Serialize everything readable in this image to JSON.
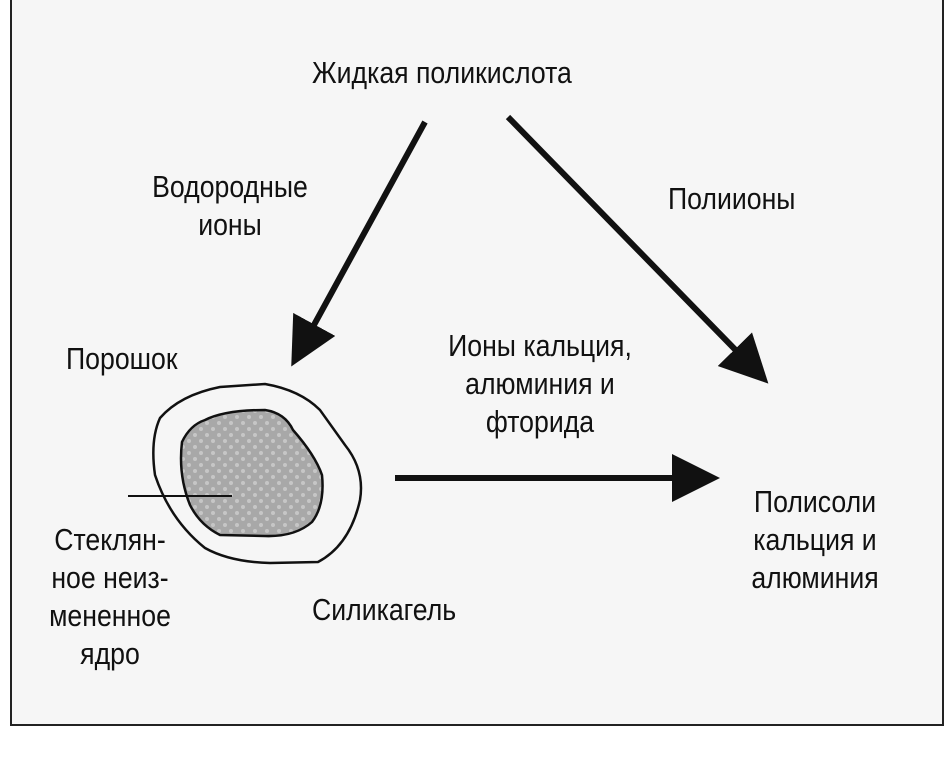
{
  "labels": {
    "acid": "Жидкая поликислота",
    "hydrogen_ions": "Водородные\nионы",
    "polyions": "Полиионы",
    "powder": "Порошок",
    "metal_ions": "Ионы кальция,\nалюминия и\nфторида",
    "polysalts": "Полисоли\nкальция и\nалюминия",
    "glass_core": "Стеклян-\nное неиз-\nмененное\nядро",
    "silica_gel": "Силикагель"
  },
  "colors": {
    "line": "#111111",
    "core_fill": "#a8a8a8",
    "background": "#f6f6f6"
  }
}
